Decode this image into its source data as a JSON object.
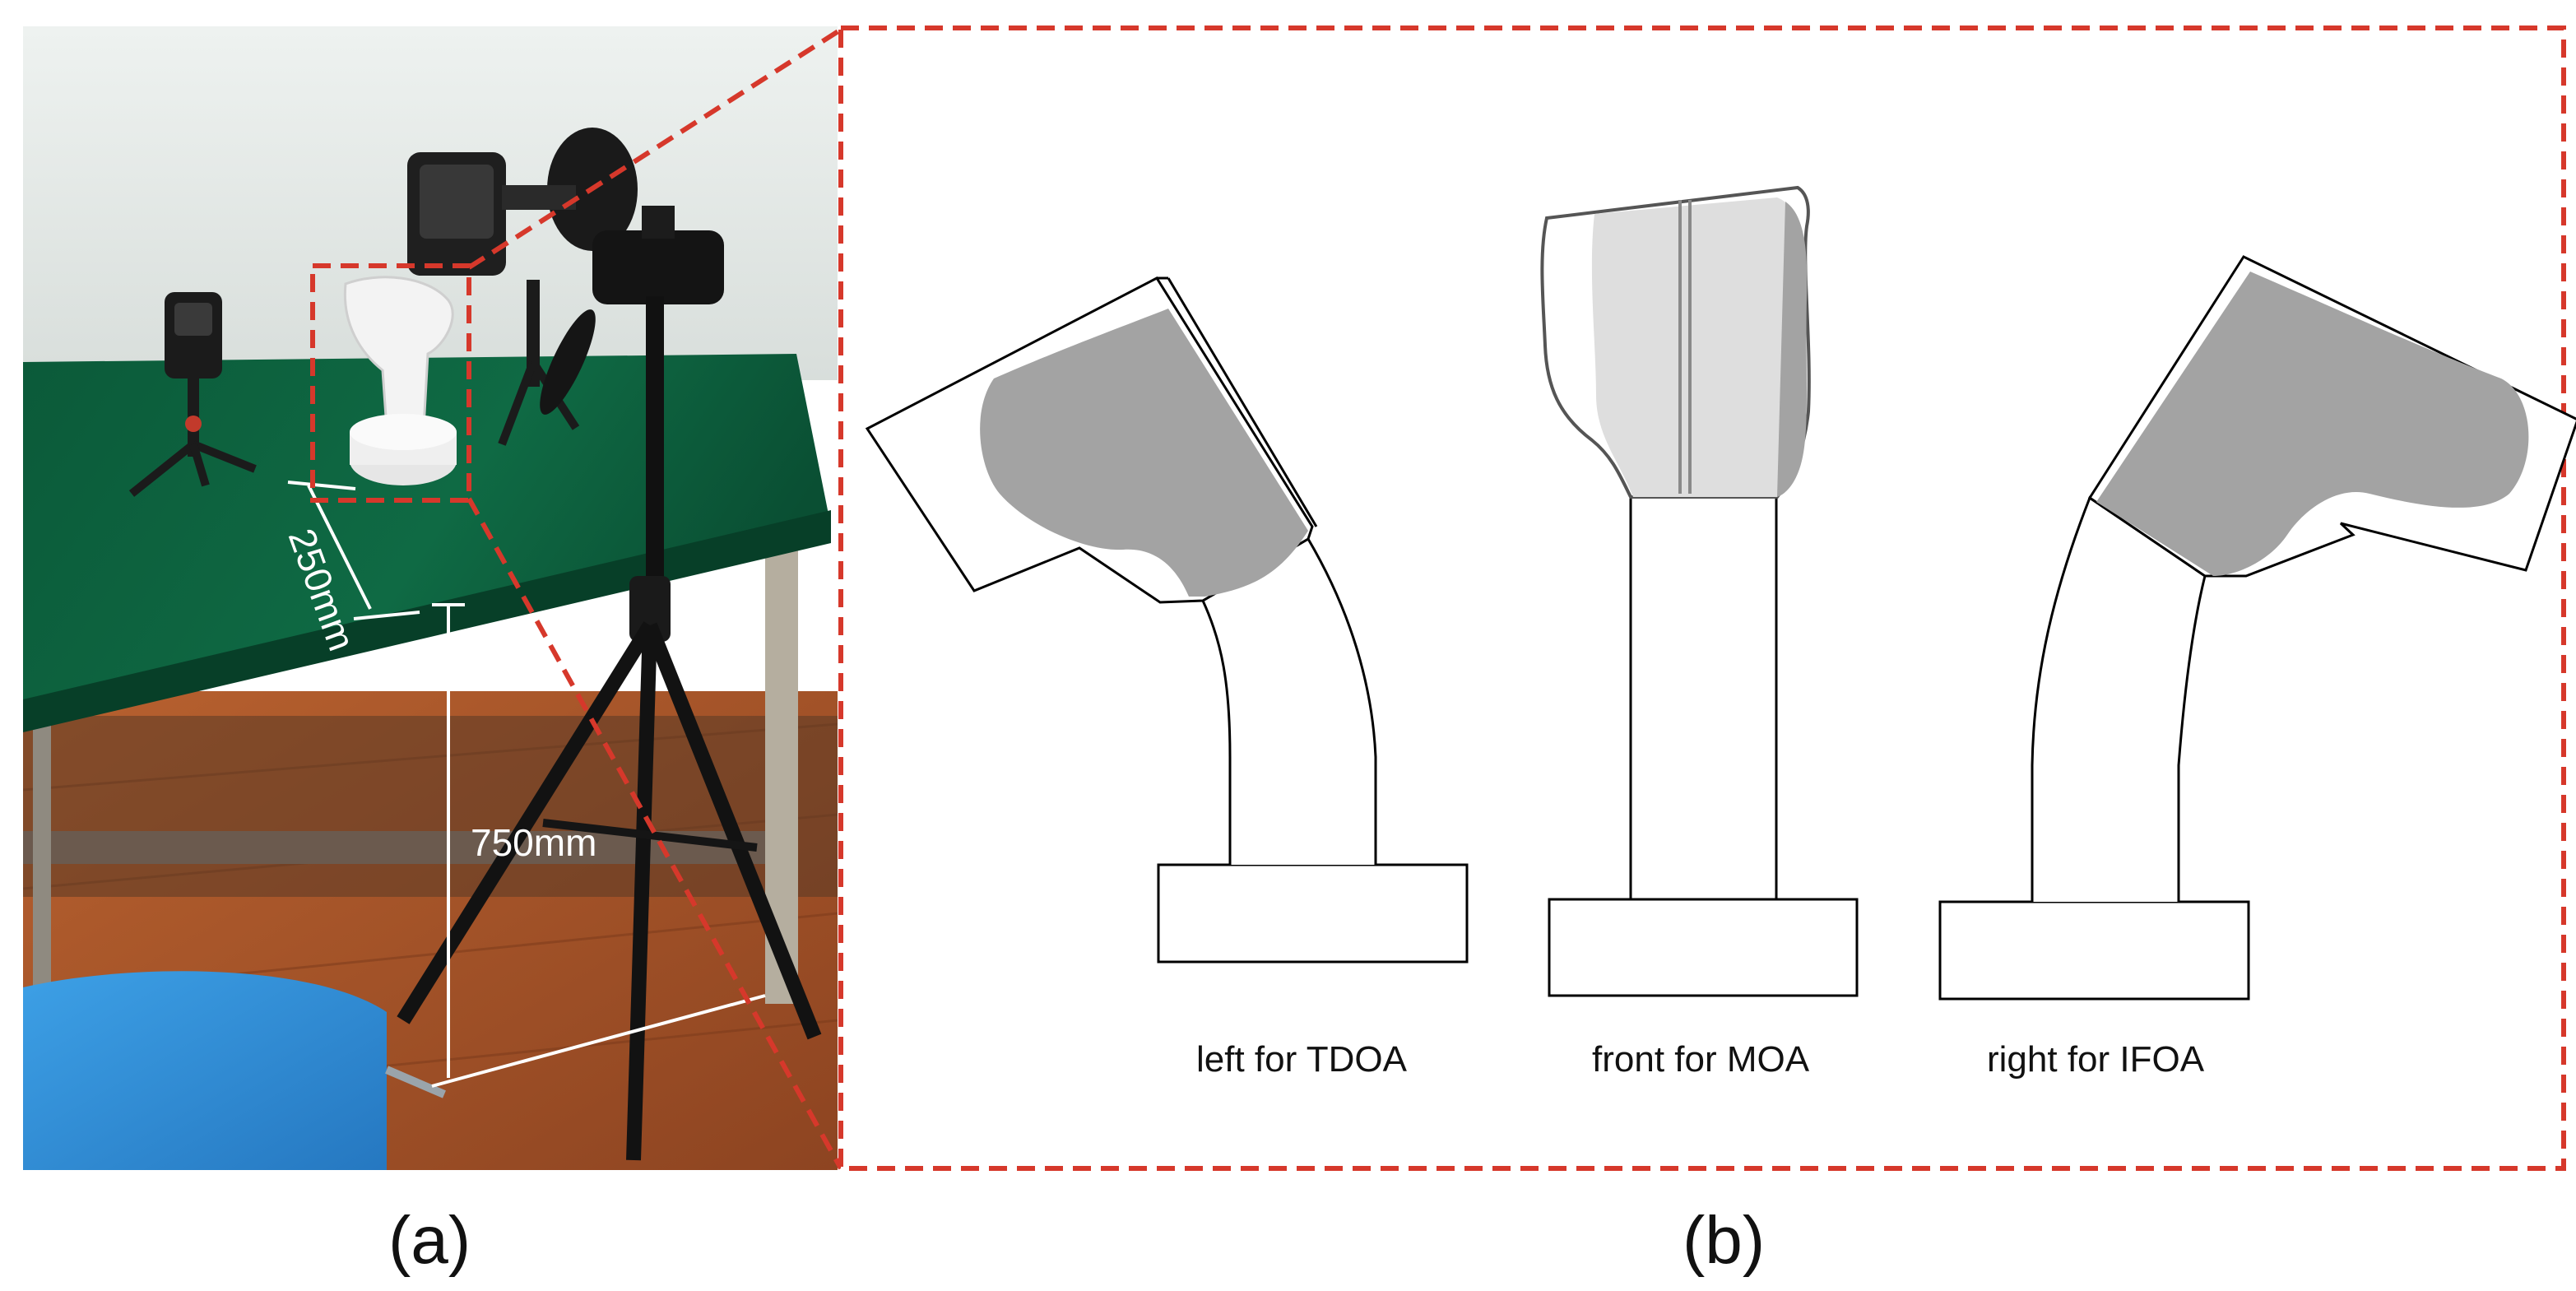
{
  "panel_a": {
    "label": "(a)",
    "dim_depth": "250mm",
    "dim_height": "750mm"
  },
  "panel_b": {
    "label": "(b)",
    "views": [
      {
        "name": "left",
        "caption": "left for TDOA"
      },
      {
        "name": "front",
        "caption": "front for MOA"
      },
      {
        "name": "right",
        "caption": "right for IFOA"
      }
    ]
  },
  "colors": {
    "callout": "#d6382b",
    "table_top": "#0f5a3a",
    "wall": "#e7ecea",
    "floor": "#a8552a",
    "chair": "#2f8fd6",
    "model_gray": "#a3a3a3",
    "model_light": "#dedede"
  },
  "icons": {
    "tripod_camera": "tripod-camera-icon",
    "smartphone_camera": "phone-camera-icon",
    "wrist_model": "white-3d-printed-model"
  }
}
